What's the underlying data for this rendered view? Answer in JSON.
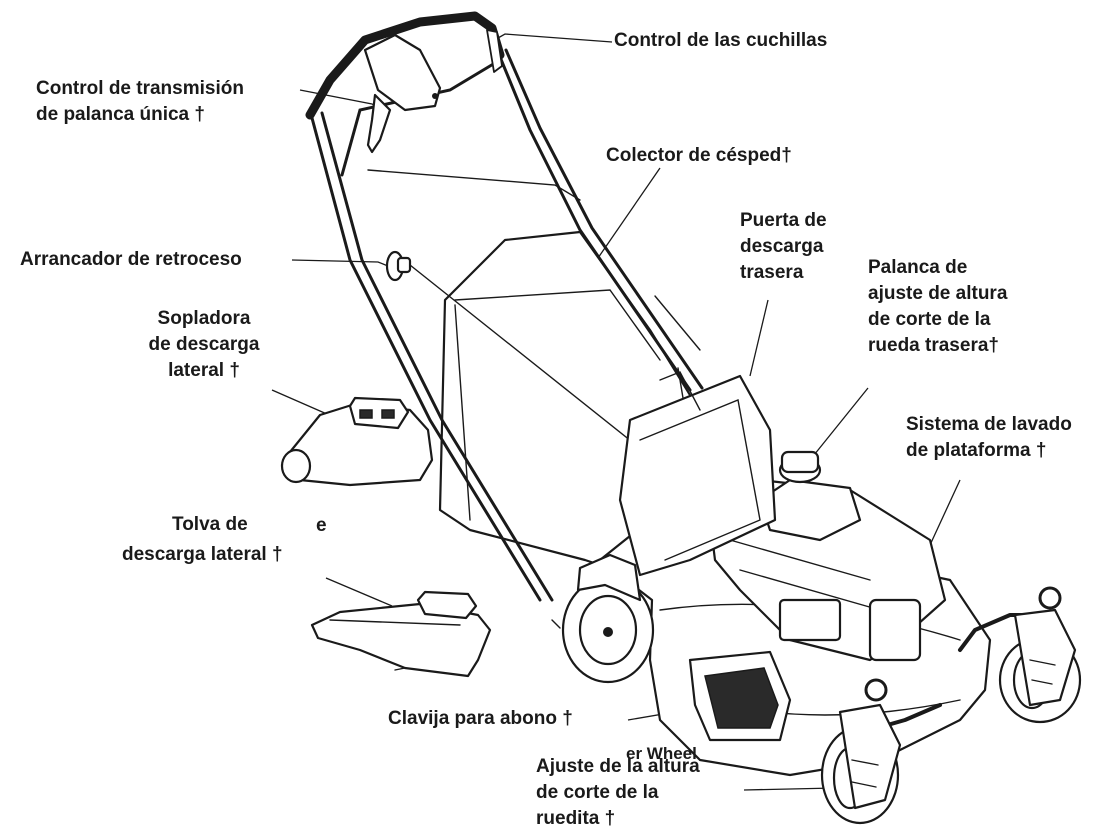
{
  "diagram": {
    "labels": {
      "blade_control": "Control de las cuchillas",
      "transmission_control": "Control de transmisión\nde palanca única †",
      "grass_bag": "Colector de césped†",
      "rear_discharge_door": "Puerta de\ndescarga\ntrasera",
      "recoil_starter": "Arrancador de retroceso",
      "rear_height_lever": "Palanca de\najuste de altura\nde corte de la\nrueda trasera†",
      "side_discharge_blower": "Sopladora\nde descarga\nlateral †",
      "deck_wash": "Sistema de lavado\nde plataforma †",
      "side_discharge_chute_1": "Tolva de",
      "side_discharge_chute_e": "e",
      "side_discharge_chute_2": "descarga lateral †",
      "mulch_plug": "Clavija para abono †",
      "overlap_text": "er Wheel",
      "caster_height": "Ajuste de la altura\nde corte de la\nruedita †"
    }
  }
}
